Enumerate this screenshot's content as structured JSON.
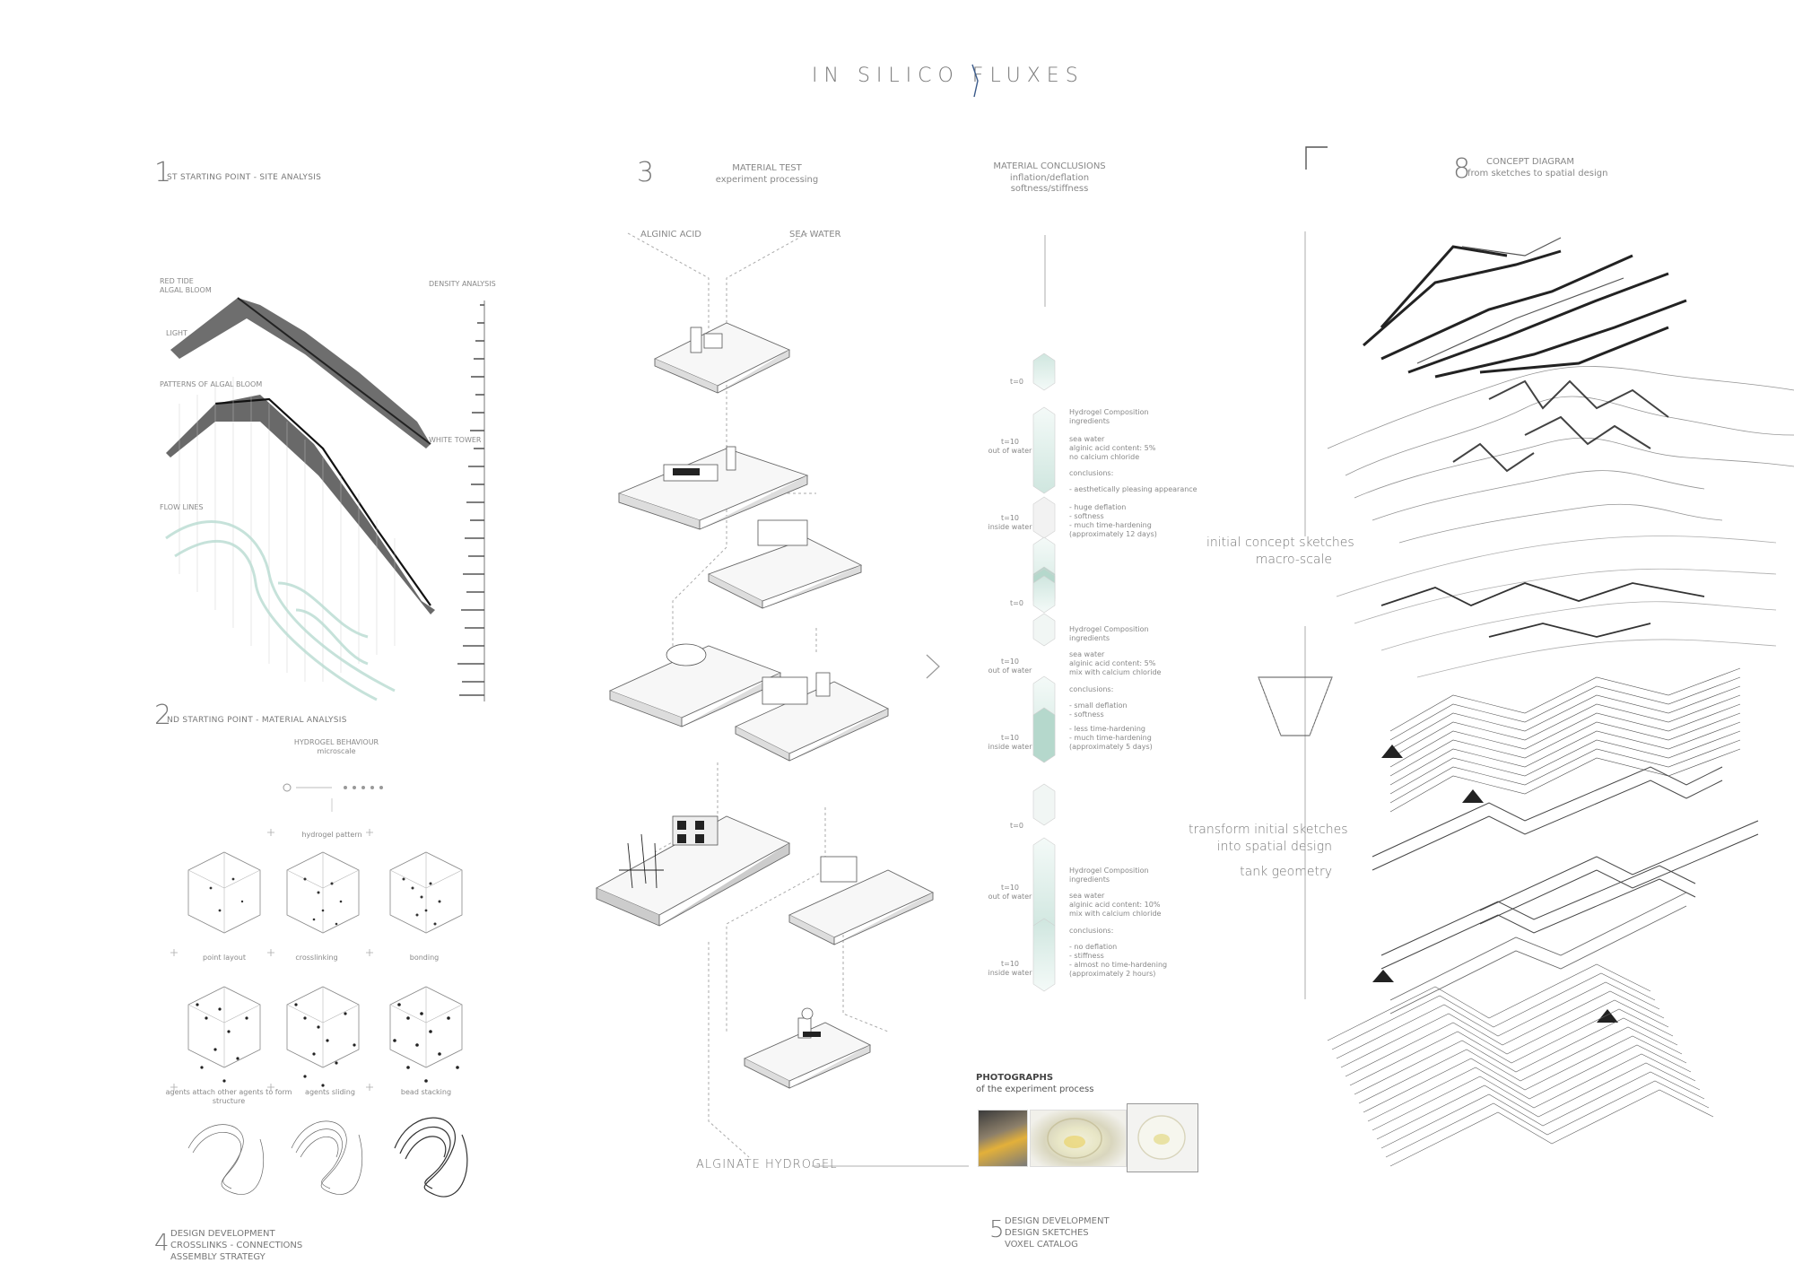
{
  "title": "IN SILICO FLUXES",
  "sections": {
    "s1": {
      "num": "1",
      "label": "ST STARTING POINT - SITE ANALYSIS"
    },
    "s1_red_tide": "RED TIDE\nALGAL BLOOM",
    "s1_density": "DENSITY ANALYSIS",
    "s1_patterns": "PATTERNS OF ALGAL BLOOM",
    "s1_flow": "FLOW LINES",
    "s1_light": "LIGHT",
    "s1_white": "WHITE TOWER",
    "s2": {
      "num": "2",
      "label": "ND STARTING POINT - MATERIAL ANALYSIS"
    },
    "s2_behaviour": "HYDROGEL BEHAVIOUR\nmicroscale",
    "s3": {
      "num": "3",
      "label": "MATERIAL TEST\nexperiment processing"
    },
    "s3_alginic": "ALGINIC ACID",
    "s3_sea": "SEA WATER",
    "s3_output": "ALGINATE HYDROGEL",
    "s4": {
      "num": "4",
      "label": "DESIGN DEVELOPMENT\nCROSSLINKS - CONNECTIONS\nASSEMBLY STRATEGY"
    },
    "s5": {
      "num": "5",
      "label": "DESIGN DEVELOPMENT\nDESIGN SKETCHES\nVOXEL CATALOG"
    },
    "s8": {
      "num": "8",
      "label": "CONCEPT DIAGRAM\nfrom sketches to spatial design"
    },
    "conclusions": "MATERIAL CONCLUSIONS\ninflation/deflation\nsoftness/stiffness",
    "photos_title": "PHOTOGRAPHS",
    "photos_sub": "of the experiment process",
    "concept_a": "initial concept sketches\nmacro-scale",
    "concept_b": "transform initial sketches\ninto spatial design",
    "concept_c": "tank geometry"
  },
  "tests": [
    {
      "t0": "t=0",
      "t10a": "t=10\nout of water",
      "t10b": "t=10\ninside water",
      "comp": "Hydrogel Composition\ningredients",
      "ing": "sea water\nalginic acid content: 5%\nno calcium chloride",
      "conc_h": "conclusions:",
      "c1": "- aesthetically pleasing appearance",
      "c2": "- huge deflation\n- softness\n- much time-hardening\n(approximately 12 days)"
    },
    {
      "t0": "t=0",
      "t10a": "t=10\nout of water",
      "t10b": "t=10\ninside water",
      "comp": "Hydrogel Composition\ningredients",
      "ing": "sea water\nalginic acid content: 5%\nmix with calcium chloride",
      "conc_h": "conclusions:",
      "c1": "- small deflation\n- softness",
      "c2": "- less time-hardening\n- much time-hardening\n(approximately 5 days)"
    },
    {
      "t0": "t=0",
      "t10a": "t=10\nout of water",
      "t10b": "t=10\ninside water",
      "comp": "Hydrogel Composition\ningredients",
      "ing": "sea water\nalginic acid content: 10%\nmix with calcium chloride",
      "conc_h": "conclusions:",
      "c1": "- no deflation\n- stiffness\n- almost no time-hardening\n(approximately 2 hours)",
      "c2": ""
    }
  ],
  "micro": {
    "row1": [
      "",
      "hydrogel pattern",
      ""
    ],
    "row2": [
      "point layout",
      "crosslinking",
      "bonding"
    ],
    "row3": [
      "agents attach other agents to form structure",
      "agents sliding",
      "bead stacking"
    ]
  },
  "colors": {
    "line": "#9a9a9a",
    "dark": "#333333",
    "mint": "#b9dcd2",
    "accent": "#3a5a8a"
  }
}
